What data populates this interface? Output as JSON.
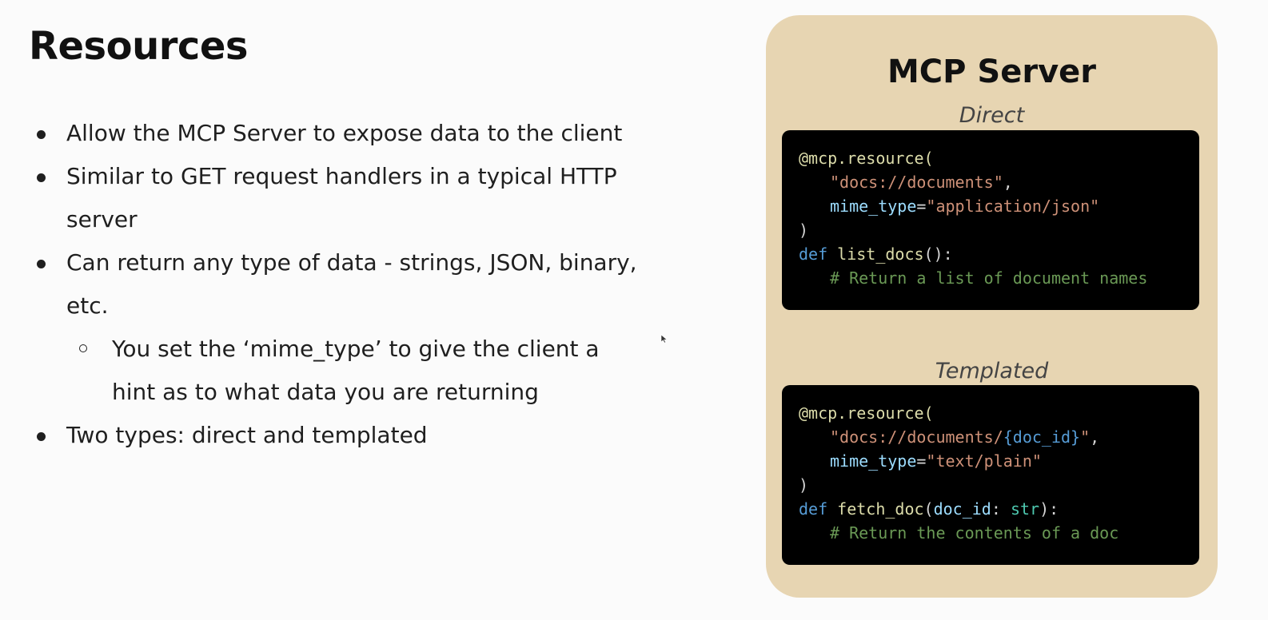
{
  "slide": {
    "title": "Resources",
    "bullets": [
      "Allow the MCP Server to expose data to the client",
      "Similar to GET request handlers in a typical HTTP server",
      "Can return any type of data - strings, JSON, binary, etc."
    ],
    "sub_bullet": "You set the ‘mime_type’ to give the client a hint as to what data you are returning",
    "last_bullet": "Two types: direct and templated"
  },
  "panel": {
    "title": "MCP Server",
    "direct": {
      "label": "Direct",
      "decorator": "@mcp.resource(",
      "uri": "\"docs://documents\"",
      "uri_comma": ",",
      "mime_key": "mime_type",
      "eq": "=",
      "mime_value": "\"application/json\"",
      "close_paren": ")",
      "def_kw": "def",
      "func_name": "list_docs",
      "func_sig_rest": "():",
      "comment": "# Return a list of document names"
    },
    "templated": {
      "label": "Templated",
      "decorator": "@mcp.resource(",
      "uri_start": "\"docs://documents/",
      "uri_param": "{doc_id}",
      "uri_end": "\"",
      "uri_comma": ",",
      "mime_key": "mime_type",
      "eq": "=",
      "mime_value": "\"text/plain\"",
      "close_paren": ")",
      "def_kw": "def",
      "func_name": "fetch_doc",
      "open_paren": "(",
      "param_name": "doc_id",
      "colon": ": ",
      "param_type": "str",
      "sig_end": "):",
      "comment": "# Return the contents of a doc"
    }
  }
}
